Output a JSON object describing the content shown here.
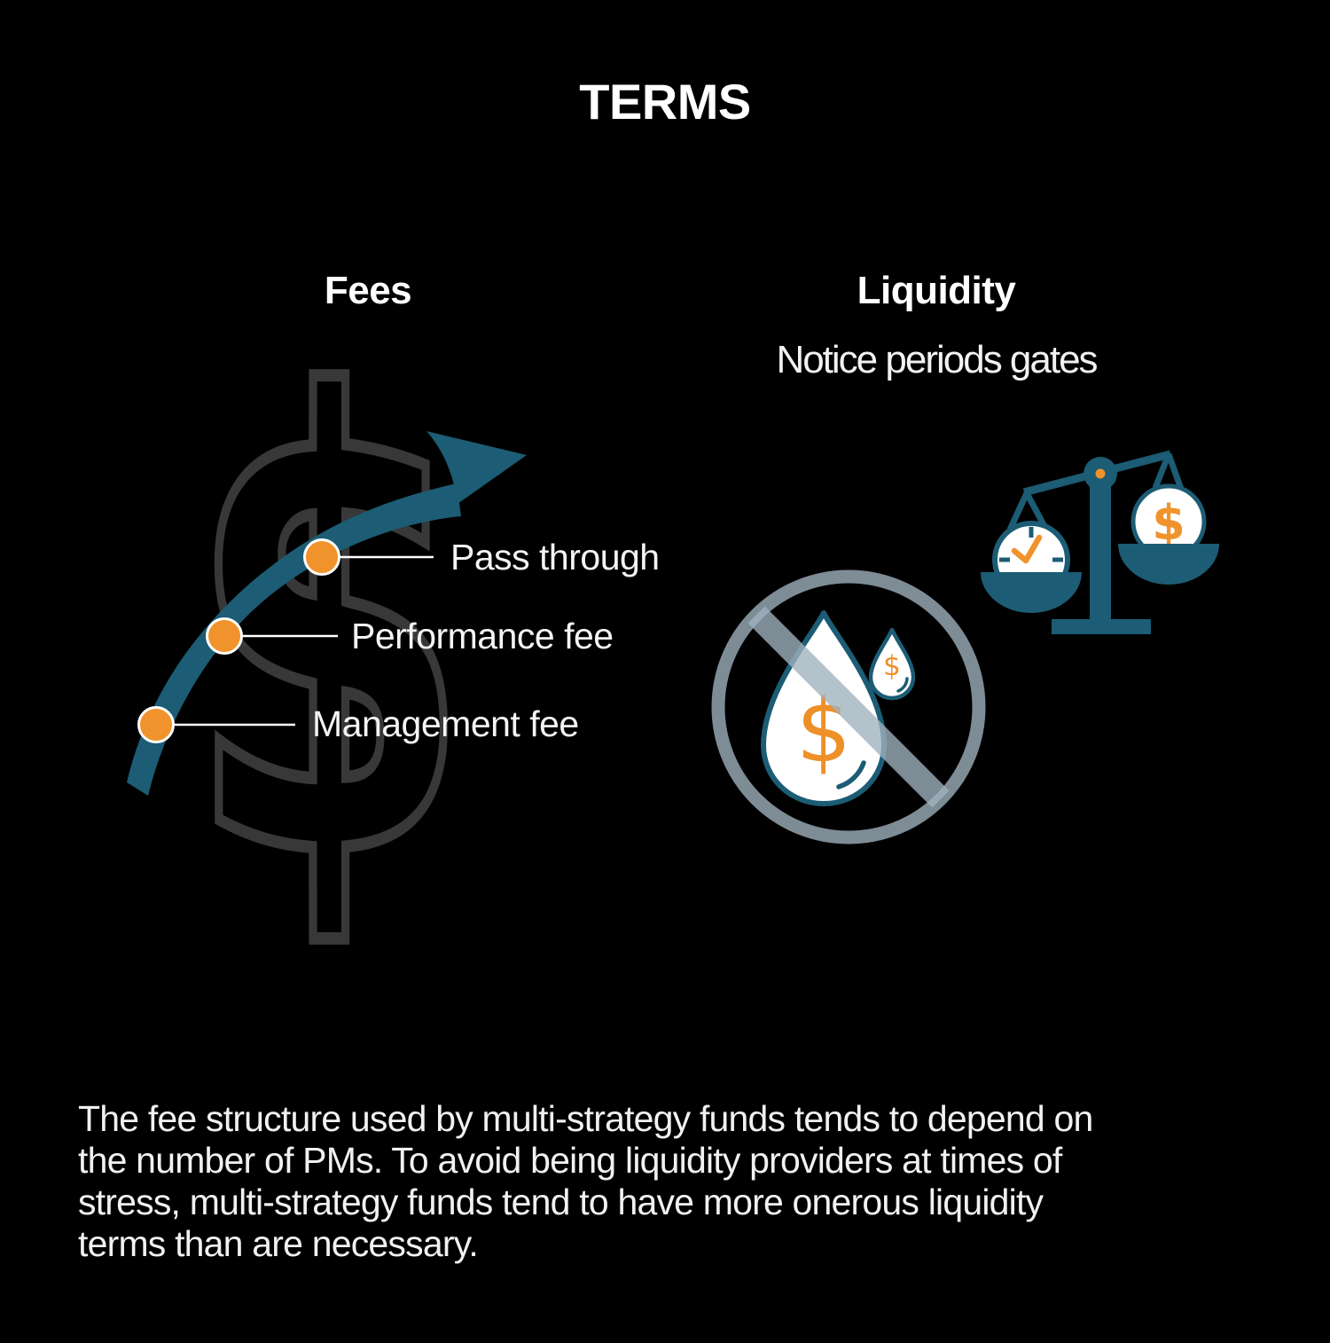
{
  "title": "TERMS",
  "sections": {
    "fees": {
      "heading": "Fees",
      "curve_labels": [
        "Pass through",
        "Performance fee",
        "Management fee"
      ]
    },
    "liquidity": {
      "heading": "Liquidity",
      "subtitle": "Notice periods gates"
    }
  },
  "footer": {
    "text": "The fee structure used by multi-strategy funds tends to depend on\nthe number of PMs. To avoid being liquidity providers at times of\nstress, multi-strategy funds tend to have more onerous liquidity\nterms than are necessary."
  },
  "glyphs": {
    "dollar": "$"
  },
  "icons": [
    "dollar-sign-outline-icon",
    "growth-arrow-icon",
    "curve-point-dot",
    "balance-scale-icon",
    "clock-icon",
    "coin-icon",
    "no-liquidity-icon",
    "water-drop-icon",
    "small-water-drop-icon"
  ],
  "colors": {
    "background": "#000000",
    "teal": "#1C5C74",
    "orange": "#F0932C",
    "dollar_outline_gray": "#383838",
    "prohibition_gray": "#7E8D96",
    "text_white": "#F2F2F2"
  }
}
